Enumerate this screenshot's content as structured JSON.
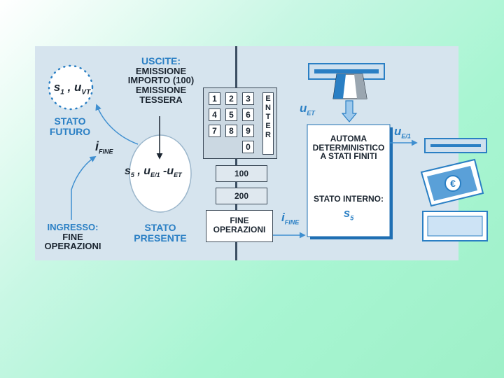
{
  "left": {
    "future_state_circle": {
      "s": "s",
      "s_sub": "1",
      "u": "u",
      "u_sub": "VT"
    },
    "future_label": [
      "STATO",
      "FUTURO"
    ],
    "outputs_title": "USCITE:",
    "outputs_lines": [
      "EMISSIONE",
      "IMPORTO (100)",
      "EMISSIONE",
      "TESSERA"
    ],
    "input_symbol": {
      "main": "i",
      "sub": "FINE"
    },
    "present_state_circle": {
      "s": "s",
      "s_sub": "5",
      "u1": "u",
      "u1_sub": "E/1",
      "u2": "u",
      "u2_sub": "ET"
    },
    "input_label": [
      "INGRESSO:",
      "FINE",
      "OPERAZIONI"
    ],
    "present_label": [
      "STATO",
      "PRESENTE"
    ]
  },
  "right": {
    "keypad": [
      "1",
      "2",
      "3",
      "4",
      "5",
      "6",
      "7",
      "8",
      "9",
      "0"
    ],
    "enter_letters": [
      "E",
      "N",
      "T",
      "E",
      "R"
    ],
    "amount_buttons": [
      "100",
      "200"
    ],
    "fine_button": [
      "FINE",
      "OPERAZIONI"
    ],
    "card_signal": {
      "main": "u",
      "sub": "ET"
    },
    "output_signal": {
      "main": "u",
      "sub": "E/1"
    },
    "fine_signal": {
      "main": "i",
      "sub": "FINE"
    },
    "automaton_title": [
      "AUTOMA",
      "DETERMINISTICO",
      "A STATI FINITI"
    ],
    "internal_state_label": "STATO INTERNO:",
    "internal_state_value": {
      "main": "s",
      "sub": "5"
    }
  },
  "colors": {
    "figure_bg": "#d6e4ee",
    "label_blue": "#2a7fc4",
    "text_dark": "#1b2530",
    "arrow_blue": "#3f8fd0",
    "box_shadow_blue": "#1f6fb3"
  }
}
